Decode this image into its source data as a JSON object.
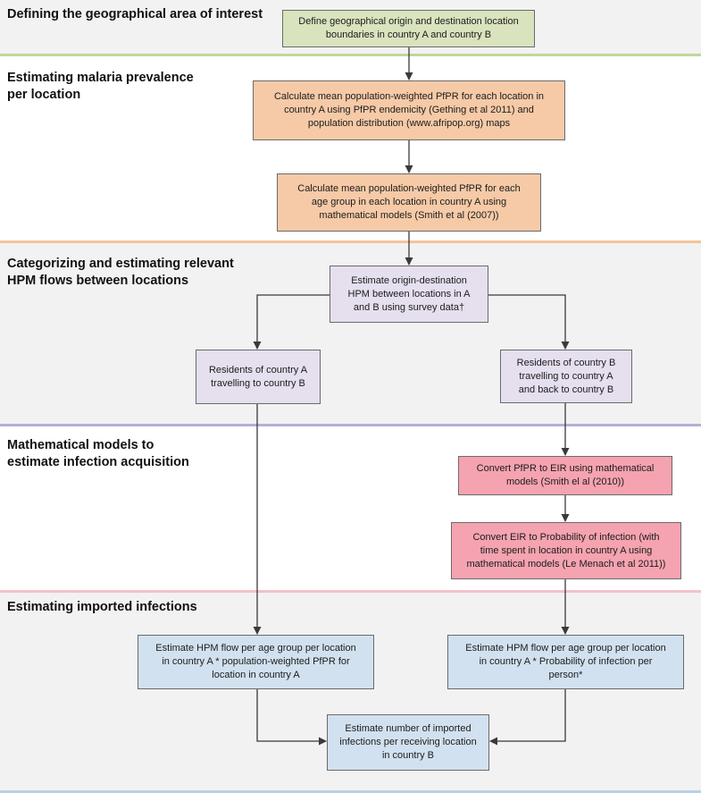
{
  "stages": [
    {
      "id": "geo",
      "title": "Defining the geographical area of interest",
      "band_color": "#f2f2f2",
      "line_color": "#c3d69b"
    },
    {
      "id": "prev",
      "title": "Estimating malaria prevalence\nper location",
      "band_color": "#ffffff",
      "line_color": "#f4c49a"
    },
    {
      "id": "hpm",
      "title": "Categorizing and estimating relevant\nHPM flows between locations",
      "band_color": "#f2f2f2",
      "line_color": "#b3b0d8"
    },
    {
      "id": "models",
      "title": "Mathematical models to\nestimate infection acquisition",
      "band_color": "#ffffff",
      "line_color": "#f3c1c9"
    },
    {
      "id": "imported",
      "title": "Estimating imported infections",
      "band_color": "#f2f2f2",
      "line_color": "#b7d0e8"
    }
  ],
  "boxes": {
    "define_boundaries": "Define geographical origin and destination location\nboundaries in country A and country B",
    "mean_pfpr_location": "Calculate mean population-weighted PfPR for each location in\ncountry A using PfPR endemicity (Gething et al 2011) and\npopulation distribution (www.afripop.org) maps",
    "mean_pfpr_age": "Calculate mean population-weighted PfPR for each\nage group in each location in country A using\nmathematical models (Smith et al (2007))",
    "estimate_hpm": "Estimate origin-destination\nHPM between locations in A\nand B using survey data†",
    "residents_a": "Residents of country A\ntravelling to country B",
    "residents_b": "Residents of country B\ntravelling to country A\nand back to country B",
    "convert_pfpr_eir": "Convert PfPR to EIR using mathematical\nmodels (Smith el al (2010))",
    "convert_eir_prob": "Convert EIR to Probability of infection (with\ntime spent in location in country A using\nmathematical models (Le Menach et al 2011))",
    "hpm_flow_a": "Estimate HPM flow per age group per location\nin country A * population-weighted PfPR for\nlocation in country A",
    "hpm_flow_b": "Estimate HPM flow per age group per location\nin country A * Probability of infection per\nperson*",
    "imported_infections": "Estimate number of imported\ninfections per receiving location\nin country B"
  },
  "colors": {
    "green": "#d9e3bd",
    "orange": "#f6caa7",
    "purple": "#e5dfee",
    "red": "#f5a3b0",
    "blue": "#d2e1ef",
    "arrow": "#3a3a3a"
  }
}
